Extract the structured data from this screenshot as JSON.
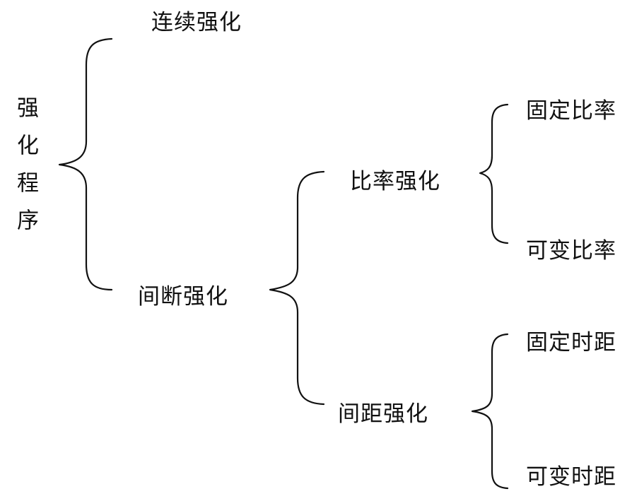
{
  "root": {
    "label": "强化程序"
  },
  "level1": {
    "continuous": "连续强化",
    "intermittent": "间断强化"
  },
  "level2": {
    "ratio": "比率强化",
    "interval": "间距强化"
  },
  "level3": {
    "fixed_ratio": "固定比率",
    "variable_ratio": "可变比率",
    "fixed_interval": "固定时距",
    "variable_interval": "可变时距"
  }
}
